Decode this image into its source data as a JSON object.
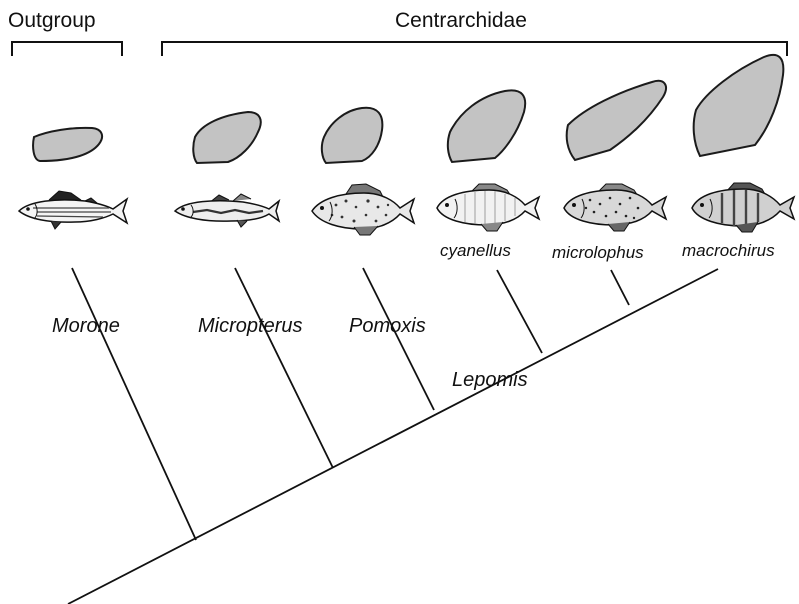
{
  "groups": {
    "outgroup": "Outgroup",
    "ingroup": "Centrarchidae"
  },
  "taxa": {
    "morone": "Morone",
    "micropterus": "Micropterus",
    "pomoxis": "Pomoxis",
    "lepomis": "Lepomis",
    "cyanellus": "cyanellus",
    "microlophus": "microlophus",
    "macrochirus": "macrochirus"
  },
  "colors": {
    "blob_fill": "#c3c3c3",
    "line": "#111111"
  }
}
